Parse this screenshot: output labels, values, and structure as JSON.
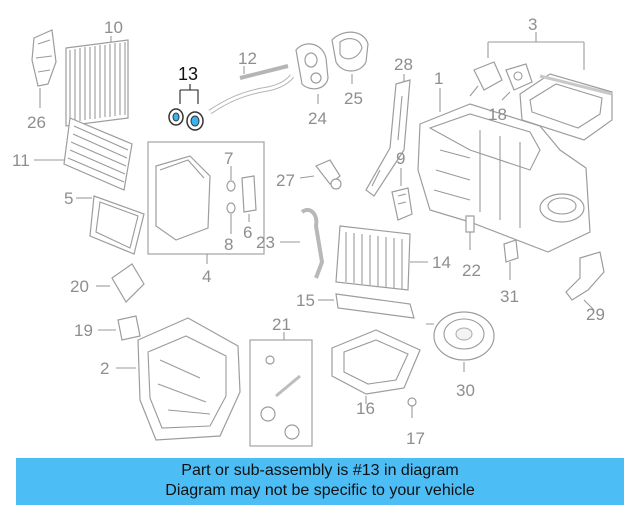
{
  "callouts": {
    "c1": "1",
    "c2": "2",
    "c3": "3",
    "c4": "4",
    "c5": "5",
    "c6": "6",
    "c7": "7",
    "c8": "8",
    "c9": "9",
    "c10": "10",
    "c11": "11",
    "c12": "12",
    "c13": "13",
    "c14": "14",
    "c15": "15",
    "c16": "16",
    "c17": "17",
    "c18": "18",
    "c19": "19",
    "c20": "20",
    "c21": "21",
    "c22": "22",
    "c23": "23",
    "c24": "24",
    "c25": "25",
    "c26": "26",
    "c27": "27",
    "c28": "28",
    "c29": "29",
    "c30": "30",
    "c31": "31"
  },
  "highlight": {
    "part_number": "13",
    "color": "#3ab4ee"
  },
  "banner": {
    "line1": "Part or sub-assembly is #13 in diagram",
    "line2": "Diagram may not be specific to your vehicle",
    "background": "#4dbdf5"
  }
}
